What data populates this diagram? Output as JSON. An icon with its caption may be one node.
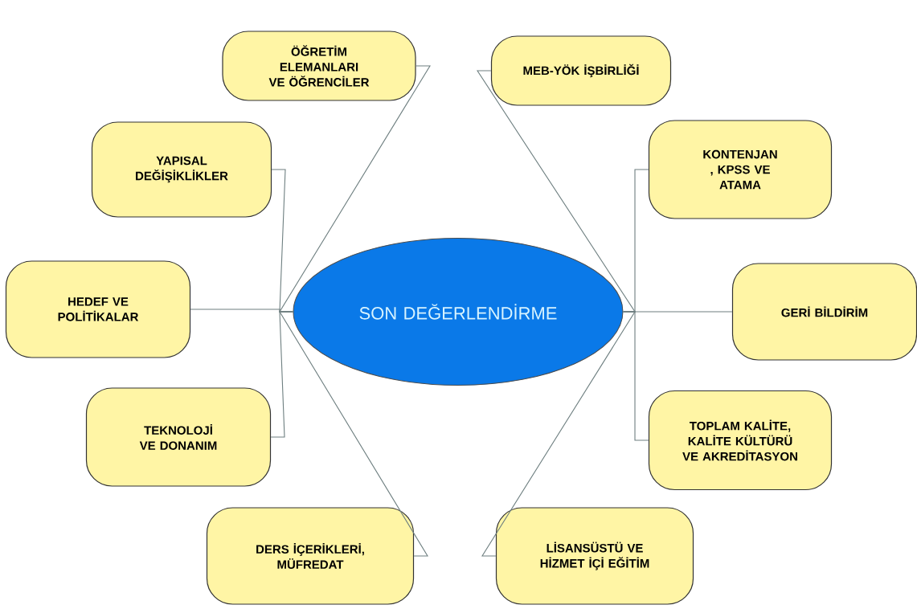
{
  "diagram": {
    "nodes": [
      {
        "text": [
          "SON DEĞERLENDİRME"
        ]
      },
      {
        "text": [
          "ÖĞRETİM ELEMANLARI VE ÖĞRENCİLER"
        ]
      },
      {
        "text": [
          "MEB-YÖK İŞBİRLİĞİ"
        ]
      },
      {
        "text": [
          "YAPISAL DEĞİŞİKLİKLER"
        ]
      },
      {
        "text": [
          "KONTENJAN , KPSS VE ATAMA"
        ]
      },
      {
        "text": [
          "HEDEF VE POLİTİKALAR"
        ]
      },
      {
        "text": [
          "GERİ BİLDİRİM"
        ]
      },
      {
        "text": [
          "TEKNOLOJİ VE DONANIM"
        ]
      },
      {
        "text": [
          "TOPLAM KALİTE, KALİTE KÜLTÜRÜ VE AKREDİTASYON"
        ]
      },
      {
        "text": [
          "DERS İÇERİKLERİ, MÜFREDAT"
        ]
      },
      {
        "text": [
          "LİSANSÜSTÜ VE HİZMET İÇİ EĞİTİM"
        ]
      }
    ],
    "edges": [
      {
        "from": 1,
        "to": 0,
        "arrow": "none"
      },
      {
        "from": 2,
        "to": 0,
        "arrow": "none"
      },
      {
        "from": 3,
        "to": 0,
        "arrow": "none"
      },
      {
        "from": 4,
        "to": 0,
        "arrow": "none"
      },
      {
        "from": 5,
        "to": 0,
        "arrow": "none"
      },
      {
        "from": 6,
        "to": 0,
        "arrow": "none"
      },
      {
        "from": 7,
        "to": 0,
        "arrow": "none"
      },
      {
        "from": 8,
        "to": 0,
        "arrow": "none"
      },
      {
        "from": 9,
        "to": 0,
        "arrow": "none"
      },
      {
        "from": 10,
        "to": 0,
        "arrow": "none"
      }
    ]
  }
}
